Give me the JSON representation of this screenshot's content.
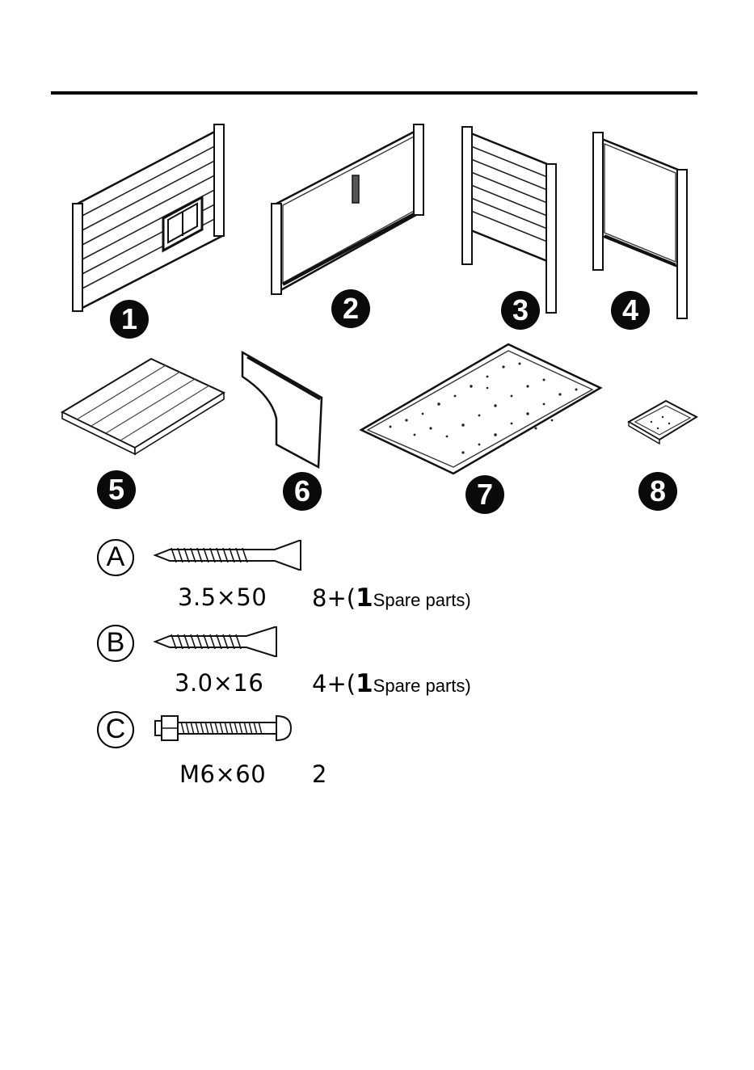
{
  "parts": [
    {
      "number": "1",
      "icon": "wall-panel-with-door-icon"
    },
    {
      "number": "2",
      "icon": "back-panel-icon"
    },
    {
      "number": "3",
      "icon": "side-panel-slatted-icon"
    },
    {
      "number": "4",
      "icon": "side-panel-frame-icon"
    },
    {
      "number": "5",
      "icon": "floor-board-icon"
    },
    {
      "number": "6",
      "icon": "gable-piece-icon"
    },
    {
      "number": "7",
      "icon": "roof-panel-icon"
    },
    {
      "number": "8",
      "icon": "small-tray-icon"
    }
  ],
  "hardware": [
    {
      "letter": "A",
      "size": "3.5×50",
      "qty": "8+(",
      "spare_count": "1",
      "spare_label": "Spare parts)"
    },
    {
      "letter": "B",
      "size": "3.0×16",
      "qty": "4+(",
      "spare_count": "1",
      "spare_label": "Spare parts)"
    },
    {
      "letter": "C",
      "size": "M6×60",
      "qty": "2"
    }
  ]
}
